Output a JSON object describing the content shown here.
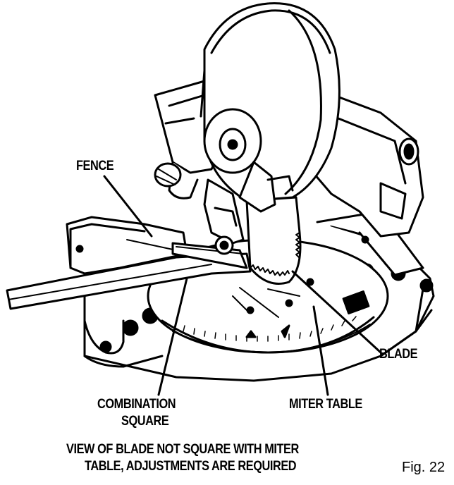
{
  "labels": {
    "fence": "FENCE",
    "blade": "BLADE",
    "combination_square_line1": "COMBINATION",
    "combination_square_line2": "SQUARE",
    "miter_table": "MITER TABLE"
  },
  "caption": {
    "line1": "VIEW OF BLADE NOT SQUARE WITH MITER",
    "line2": "TABLE, ADJUSTMENTS ARE REQUIRED"
  },
  "figure_number": "Fig. 22"
}
